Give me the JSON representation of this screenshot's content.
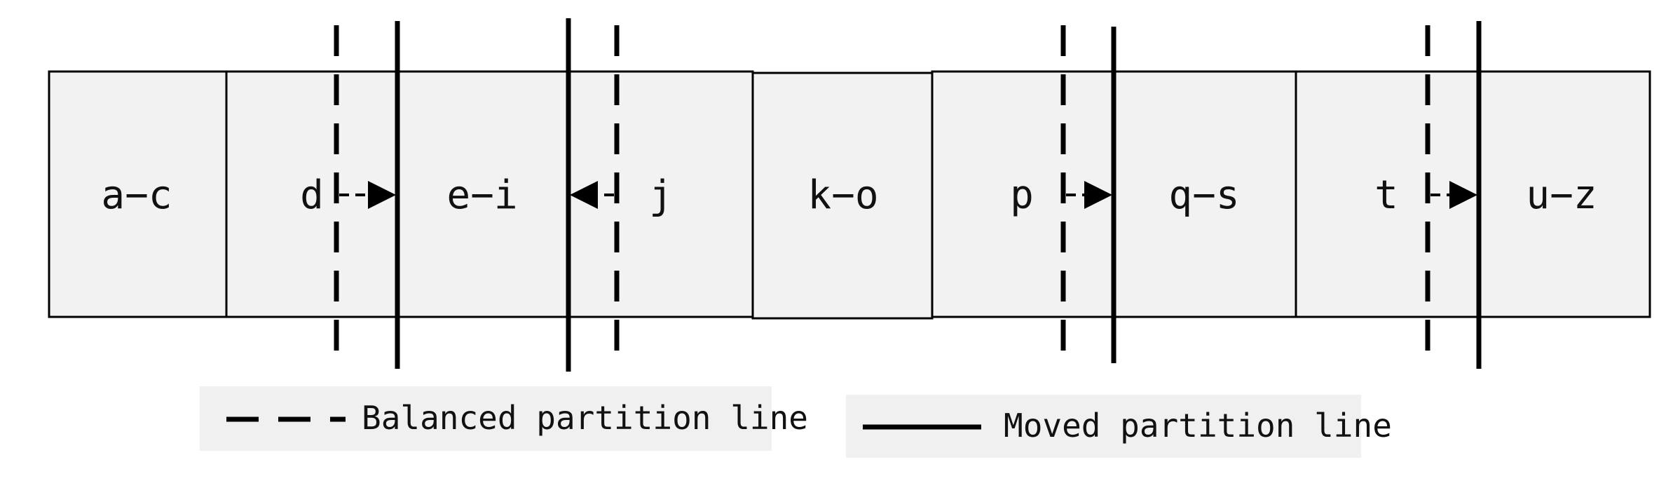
{
  "diagram": {
    "segments": [
      {
        "label": "a−c"
      },
      {
        "label": "d"
      },
      {
        "label": "e−i"
      },
      {
        "label": "j"
      },
      {
        "label": "k−o"
      },
      {
        "label": "p"
      },
      {
        "label": "q−s"
      },
      {
        "label": "t"
      },
      {
        "label": "u−z"
      }
    ],
    "legend": {
      "balanced": "Balanced partition line",
      "moved": "Moved partition line"
    },
    "colors": {
      "segment_fill": "#f2f2f2",
      "stroke": "#000000",
      "legend_bg": "#f0f0f0"
    }
  }
}
